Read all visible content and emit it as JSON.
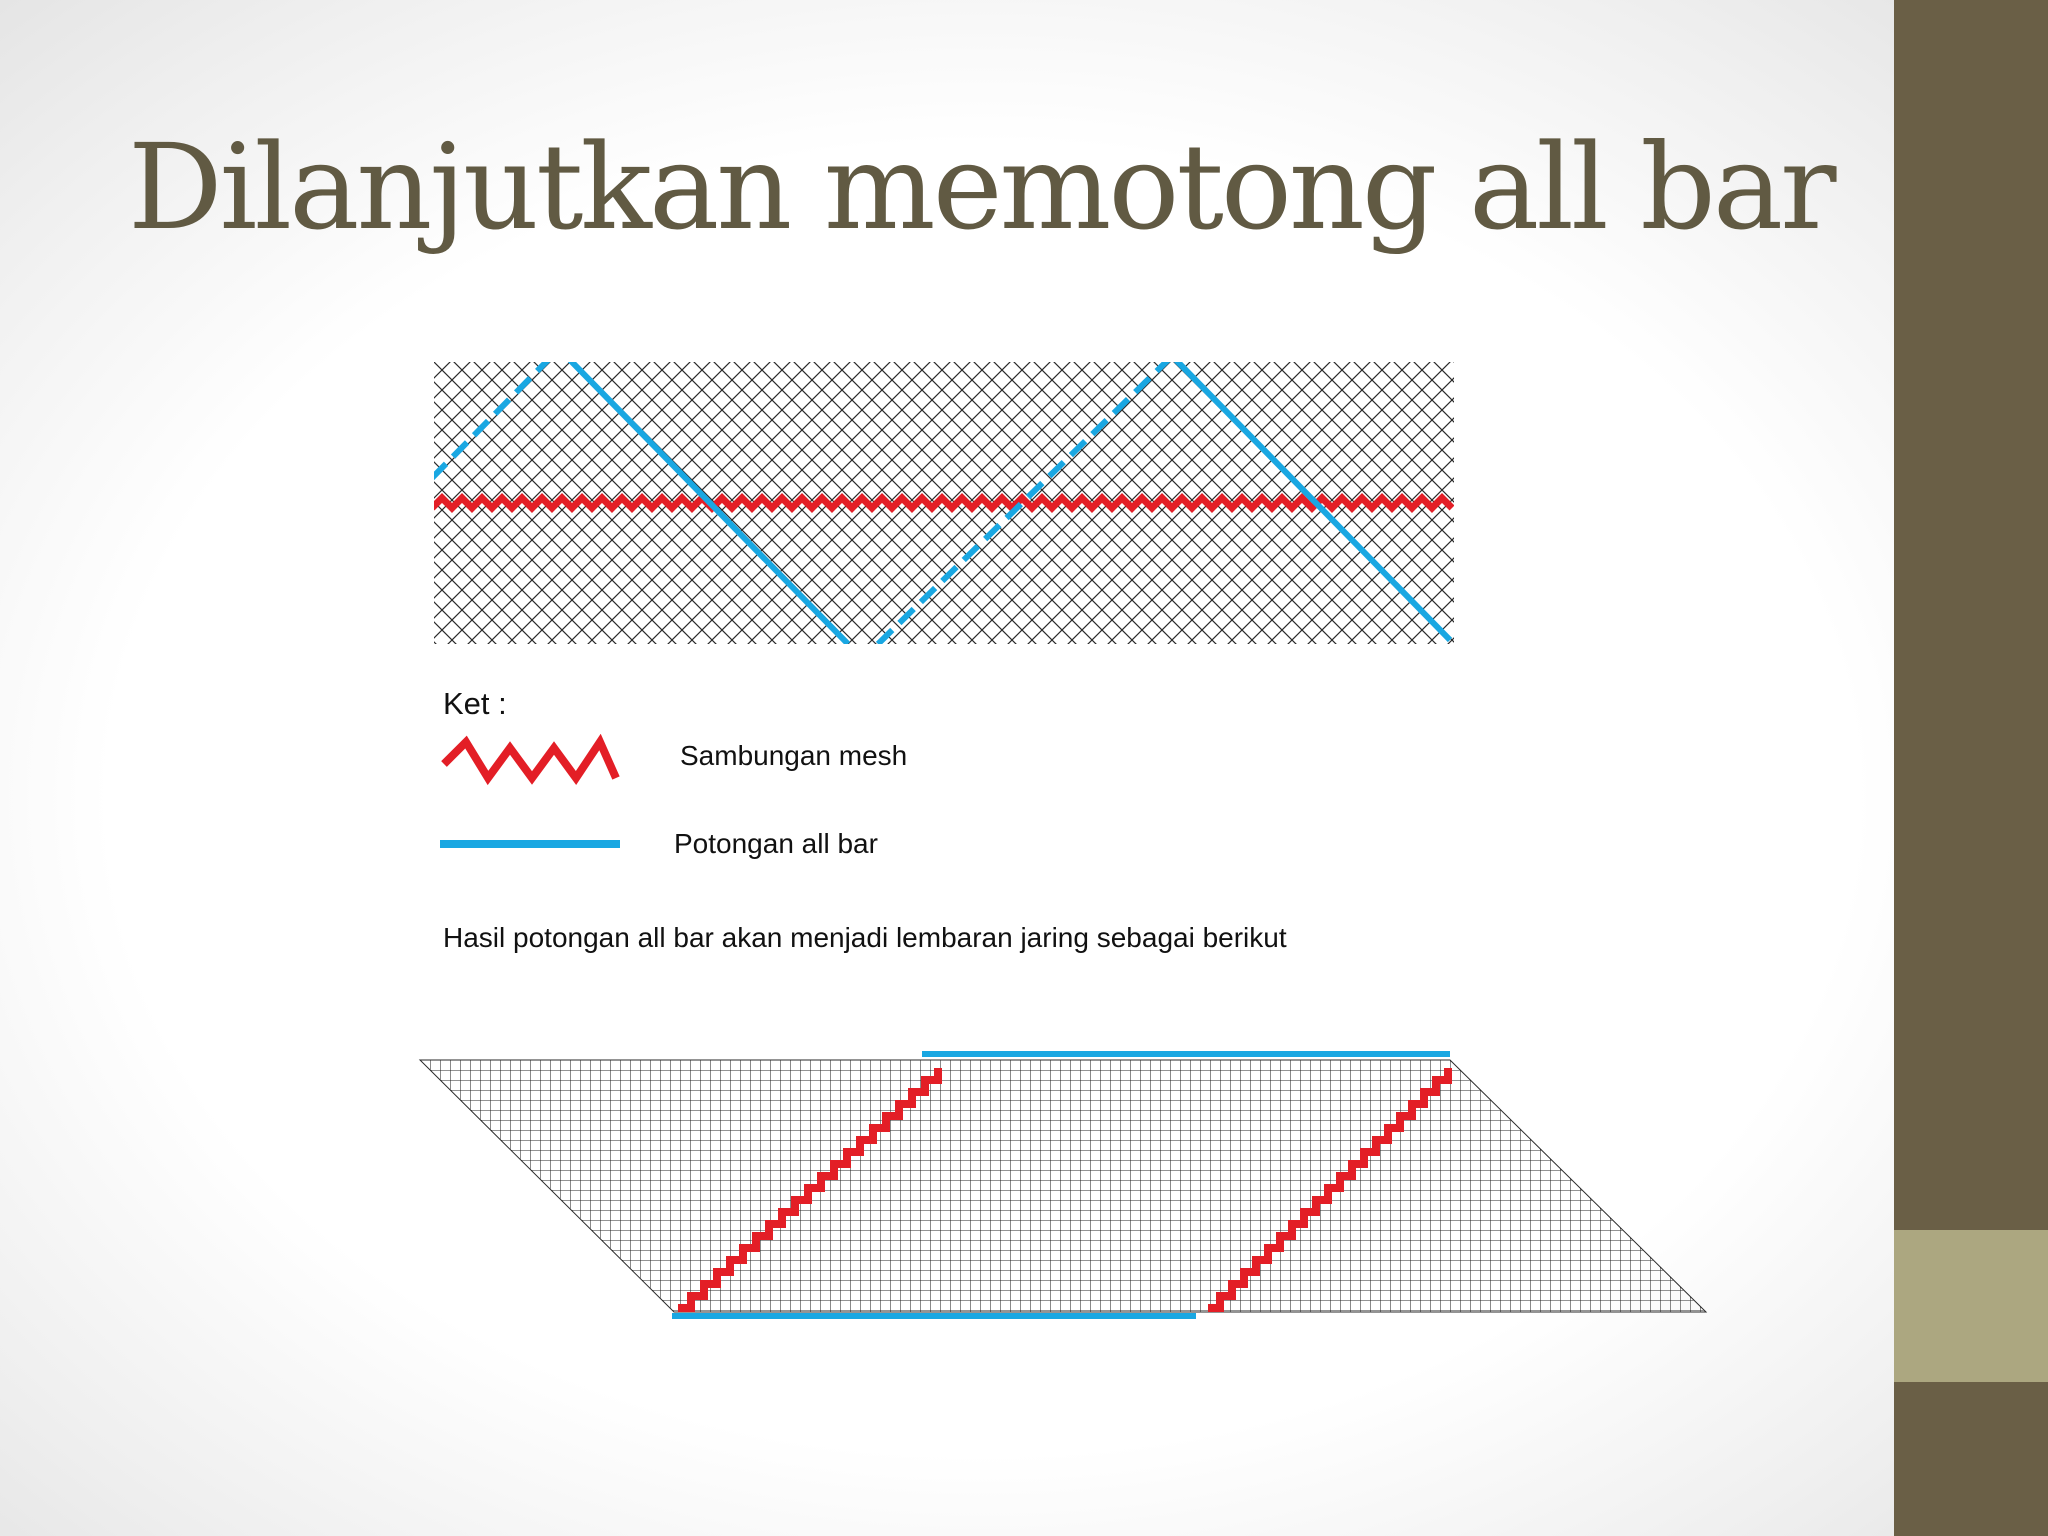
{
  "slide": {
    "title": "Dilanjutkan memotong all bar"
  },
  "legend": {
    "title": "Ket :",
    "items": [
      {
        "label": "Sambungan mesh",
        "symbol": "zigzag",
        "color": "#e31e26"
      },
      {
        "label": "Potongan all bar",
        "symbol": "line",
        "color": "#19a7e2"
      }
    ]
  },
  "caption": "Hasil potongan all bar akan menjadi lembaran jaring sebagai berikut",
  "colors": {
    "title": "#615a43",
    "sidebar": "#6a5f46",
    "sidebar_accent": "#aca780",
    "mesh_joint": "#e31e26",
    "bar_cut": "#19a7e2",
    "mesh": "#222222"
  }
}
